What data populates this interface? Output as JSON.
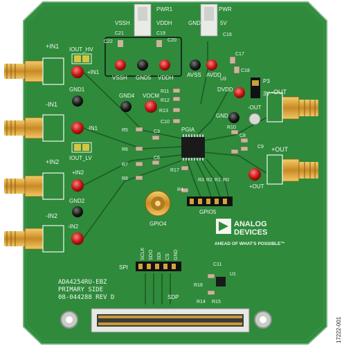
{
  "board": {
    "connectors_left": [
      "+IN1",
      "-IN1",
      "+IN2",
      "-IN2"
    ],
    "connectors_right": [
      "-OUT",
      "+OUT"
    ],
    "labels": {
      "iout_hv": "IOUT_HV",
      "iout_lv": "IOUT_LV",
      "in1_pos_tp": "+IN1",
      "in1_neg_tp": "-IN1",
      "in2_pos_tp": "+IN2",
      "in2_neg_tp": "-IN2",
      "gnd1": "GND1",
      "gnd2": "GND2",
      "gnd4": "GND4",
      "gnd5": "GND5",
      "gnd": "GND",
      "gnd_pwr": "GND",
      "vocm": "VOCM",
      "vssh_top": "VSSH",
      "vddh_top": "VDDH",
      "vssh_tp": "VSSH",
      "vddh_tp": "VDDH",
      "pwr1": "PWR1",
      "pwr": "PWR",
      "five_v": "5V",
      "avss": "AVSS",
      "avdd": "AVDD",
      "dvdd": "DVDD",
      "three_v": "3V",
      "p3": "P3",
      "out_neg_tp": "-OUT",
      "out_pos_tp": "+OUT",
      "pgia": "PGIA",
      "gpio5": "GPIO5",
      "gpio4": "GPIO4",
      "spi": "SPI",
      "sdp": "SDP",
      "u1": "U1",
      "u3": "U3",
      "spi_pins": [
        "SCLK",
        "SDO",
        "SDI",
        "CS",
        "GND"
      ],
      "gpio_r": [
        "R3",
        "R2",
        "R1",
        "R0"
      ],
      "c_labels": [
        "C22",
        "C21",
        "C19",
        "C20",
        "C16",
        "C17",
        "C18",
        "C10",
        "C3",
        "C6",
        "C8",
        "C9",
        "C11"
      ],
      "r_labels": [
        "R11",
        "R12",
        "R13",
        "R5",
        "R6",
        "R7",
        "R8",
        "R10",
        "R17",
        "R4",
        "R16",
        "R14",
        "R15"
      ],
      "board_name": "ADA4254RU-EBZ",
      "board_side": "PRIMARY SIDE",
      "board_rev": "08-044288 REV D"
    },
    "logo": {
      "line1": "ANALOG",
      "line2": "DEVICES",
      "tagline": "AHEAD OF WHAT'S POSSIBLE™"
    },
    "figure_id": "17222-001",
    "colors": {
      "pcb": "#2f8a3c",
      "trace": "#1c5a24",
      "gold": "#d9a23a",
      "silk": "#f4f7ef",
      "edge": "#6fb07a"
    }
  }
}
